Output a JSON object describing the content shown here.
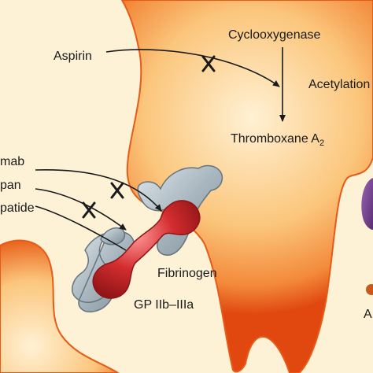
{
  "labels": {
    "aspirin": "Aspirin",
    "cyclooxygenase": "Cyclooxygenase",
    "acetylation": "Acetylation",
    "thromboxane": "Thromboxane A",
    "thromboxane_sub": "2",
    "drug_1": "mab",
    "drug_2": "pan",
    "drug_3": "patide",
    "fibrinogen": "Fibrinogen",
    "receptor": "GP IIb–IIIa",
    "right_edge": "A"
  },
  "colors": {
    "background": "#fdf1d6",
    "platelet_body": "#fbc67c",
    "platelet_edge": "#e85b16",
    "receptor": "#a8b6bf",
    "fibrinogen": "#d42d2f",
    "other_receptor": "#6b3d86"
  },
  "icons": {
    "inhibition_mark": "cross-mark-icon",
    "pathway_arrow": "arrow-icon"
  }
}
